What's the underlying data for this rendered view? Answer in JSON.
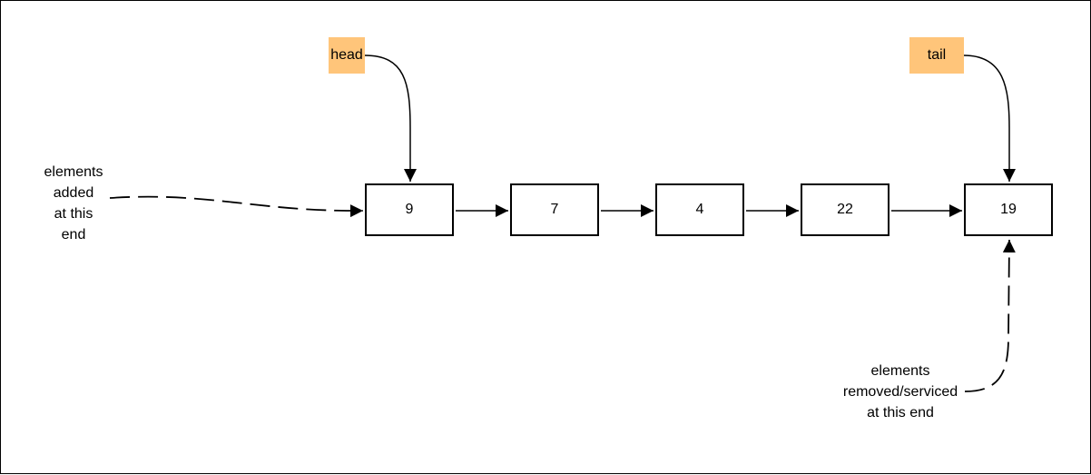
{
  "diagram": {
    "nodes": [
      "9",
      "7",
      "4",
      "22",
      "19"
    ],
    "head_label": "head",
    "tail_label": "tail",
    "enqueue_note": [
      "elements",
      "added",
      "at this",
      "end"
    ],
    "dequeue_note": [
      "elements",
      "removed/serviced",
      "at this end"
    ],
    "colors": {
      "pointer_fill": "#ffc57a",
      "line": "#000000"
    }
  }
}
